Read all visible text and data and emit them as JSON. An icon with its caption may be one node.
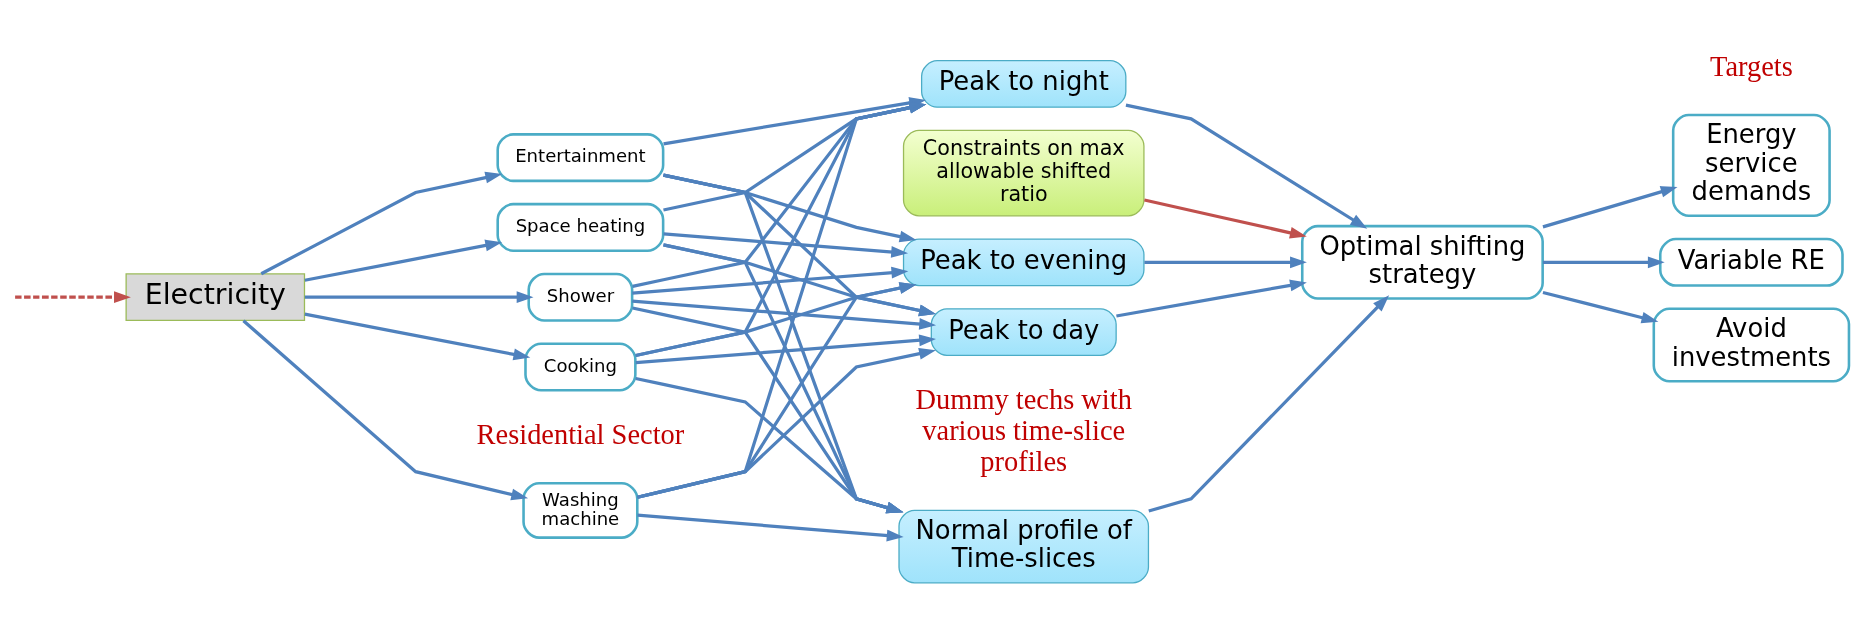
{
  "diagram": {
    "nodes": [
      {
        "text": [
          "Electricity"
        ]
      },
      {
        "text": [
          "Washing machine"
        ]
      },
      {
        "text": [
          "Shower"
        ]
      },
      {
        "text": [
          "Cooking"
        ]
      },
      {
        "text": [
          "Entertainment"
        ]
      },
      {
        "text": [
          "Space heating"
        ]
      },
      {
        "text": [
          "Normal profile of Time-slices"
        ]
      },
      {
        "text": [
          "Peak to night"
        ]
      },
      {
        "text": [
          "Peak to evening"
        ]
      },
      {
        "text": [
          "Peak to day"
        ]
      },
      {
        "text": [
          "Constraints on max allowable shifted ratio"
        ]
      },
      {
        "text": [
          "Optimal shifting strategy"
        ]
      },
      {
        "text": [
          "Energy service demands"
        ]
      },
      {
        "text": [
          "Variable RE"
        ]
      },
      {
        "text": [
          "Avoid investments"
        ]
      }
    ],
    "edges": [
      {
        "from": null,
        "to": 0,
        "arrow": "to",
        "style": "dashed",
        "color": "#c0504d"
      },
      {
        "from": 0,
        "to": 1,
        "arrow": "to"
      },
      {
        "from": 0,
        "to": 2,
        "arrow": "to"
      },
      {
        "from": 0,
        "to": 3,
        "arrow": "to"
      },
      {
        "from": 0,
        "to": 4,
        "arrow": "to"
      },
      {
        "from": 0,
        "to": 5,
        "arrow": "to"
      },
      {
        "from": 1,
        "to": 6,
        "arrow": "to"
      },
      {
        "from": 1,
        "to": 7,
        "arrow": "to"
      },
      {
        "from": 1,
        "to": 8,
        "arrow": "to"
      },
      {
        "from": 1,
        "to": 9,
        "arrow": "to"
      },
      {
        "from": 2,
        "to": 6,
        "arrow": "to"
      },
      {
        "from": 2,
        "to": 7,
        "arrow": "to"
      },
      {
        "from": 2,
        "to": 8,
        "arrow": "to"
      },
      {
        "from": 2,
        "to": 9,
        "arrow": "to"
      },
      {
        "from": 3,
        "to": 6,
        "arrow": "to"
      },
      {
        "from": 3,
        "to": 7,
        "arrow": "to"
      },
      {
        "from": 3,
        "to": 8,
        "arrow": "to"
      },
      {
        "from": 3,
        "to": 9,
        "arrow": "to"
      },
      {
        "from": 4,
        "to": 6,
        "arrow": "to"
      },
      {
        "from": 4,
        "to": 7,
        "arrow": "to"
      },
      {
        "from": 4,
        "to": 8,
        "arrow": "to"
      },
      {
        "from": 4,
        "to": 9,
        "arrow": "to"
      },
      {
        "from": 5,
        "to": 6,
        "arrow": "to"
      },
      {
        "from": 5,
        "to": 7,
        "arrow": "to"
      },
      {
        "from": 5,
        "to": 8,
        "arrow": "to"
      },
      {
        "from": 5,
        "to": 9,
        "arrow": "to"
      },
      {
        "from": 6,
        "to": 11,
        "arrow": "to"
      },
      {
        "from": 7,
        "to": 11,
        "arrow": "to"
      },
      {
        "from": 8,
        "to": 11,
        "arrow": "to"
      },
      {
        "from": 9,
        "to": 11,
        "arrow": "to"
      },
      {
        "from": 10,
        "to": 11,
        "arrow": "to",
        "color": "#c0504d"
      },
      {
        "from": 11,
        "to": 12,
        "arrow": "to"
      },
      {
        "from": 11,
        "to": 13,
        "arrow": "to"
      },
      {
        "from": 11,
        "to": 14,
        "arrow": "to"
      }
    ],
    "labels": [
      "Residential Sector",
      "Dummy techs with various time-slice profiles",
      "Targets"
    ]
  }
}
